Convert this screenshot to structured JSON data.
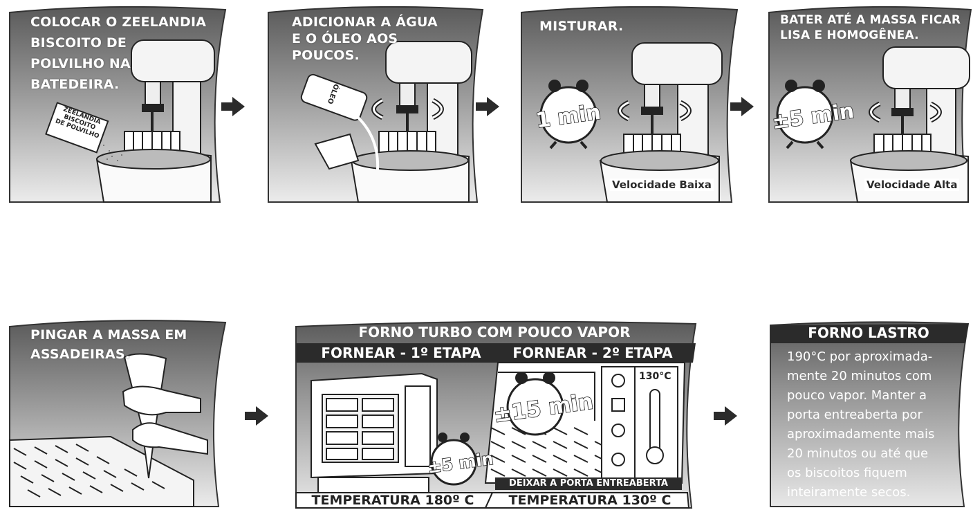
{
  "steps": [
    {
      "lines": [
        "COLOCAR O ZEELANDIA",
        "BISCOITO DE",
        "POLVILHO NA",
        "BATEDEIRA."
      ],
      "package_lines": [
        "ZEELANDIA",
        "BISCOITO",
        "DE POLVILHO"
      ]
    },
    {
      "lines": [
        "ADICIONAR A ÁGUA",
        "E O ÓLEO AOS",
        "POUCOS."
      ],
      "bottle_label": "ÓLEO"
    },
    {
      "lines": [
        "MISTURAR."
      ],
      "clock": "1 min",
      "speed": "Velocidade Baixa"
    },
    {
      "lines": [
        "BATER ATÉ A MASSA FICAR",
        "LISA E HOMOGÊNEA."
      ],
      "clock": "±5 min",
      "speed": "Velocidade Alta"
    },
    {
      "lines": [
        "PINGAR A MASSA EM",
        "ASSADEIRAS."
      ]
    }
  ],
  "turbo": {
    "title": "FORNO TURBO COM POUCO VAPOR",
    "stage1": "FORNEAR - 1º ETAPA",
    "stage2": "FORNEAR - 2º ETAPA",
    "clock1": "±5 min",
    "clock2": "±15 min",
    "thermo": "130°C",
    "door_note": "DEIXAR A PORTA ENTREABERTA",
    "temp1": "TEMPERATURA 180º C",
    "temp2": "TEMPERATURA 130º C"
  },
  "lastro": {
    "title": "FORNO LASTRO",
    "lines": [
      "190°C por aproximada-",
      "mente 20 minutos com",
      "pouco vapor. Manter a",
      "porta entreaberta por",
      "aproximadamente mais",
      "20 minutos ou até que",
      "os biscoitos fiquem",
      "inteiramente secos."
    ]
  },
  "colors": {
    "panel_dark": "#5a5a5a",
    "panel_light": "#e4e4e4",
    "header": "#2b2b2b",
    "arrow": "#2b2b2b"
  }
}
